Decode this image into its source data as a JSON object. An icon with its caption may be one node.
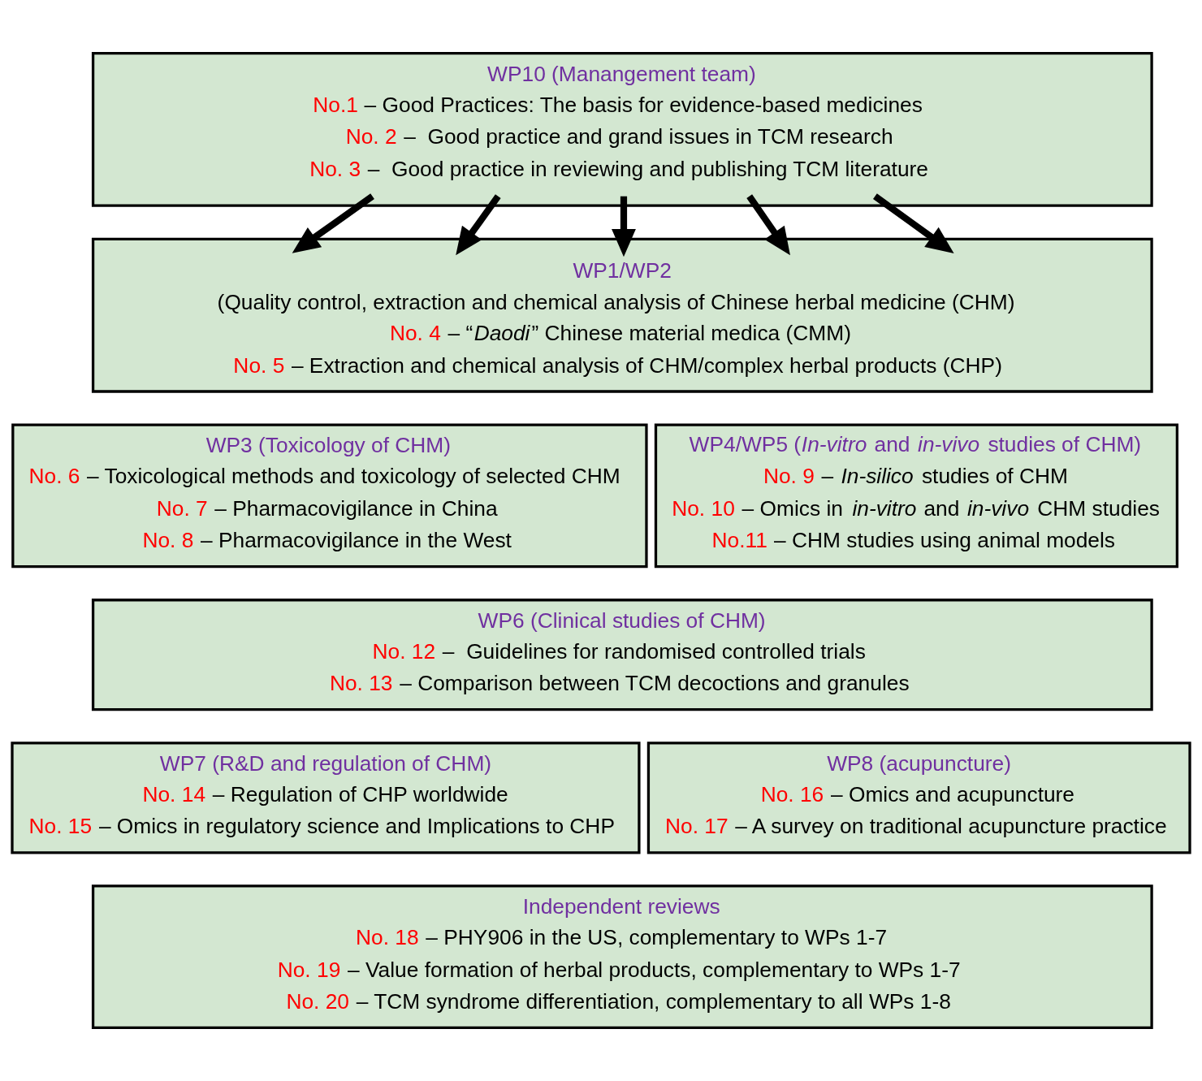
{
  "diagram": {
    "nodes": [
      {
        "text": [
          "WP10 (Manangement team)",
          "No.1 – Good Practices: The basis for evidence-based medicines",
          "No. 2 –  Good practice and grand issues in TCM research",
          "No. 3 –  Good practice in reviewing and publishing TCM literature"
        ]
      },
      {
        "text": [
          "WP1/WP2",
          "(Quality control, extraction and chemical analysis of Chinese herbal medicine (CHM)",
          "No. 4 – “*Daodi*” Chinese material medica (CMM)",
          "No. 5 – Extraction and chemical analysis of CHM/complex herbal products (CHP)"
        ]
      },
      {
        "text": [
          "WP3 (Toxicology of CHM)",
          "No. 6 – Toxicological methods and toxicology of selected CHM",
          "No. 7 – Pharmacovigilance in China",
          "No. 8 – Pharmacovigilance in the West"
        ]
      },
      {
        "text": [
          "WP4/WP5 (*In-vitro* and *in-vivo* studies of CHM)",
          "No. 9 – *In-silico* studies of CHM",
          "No. 10 – Omics in *in-vitro* and *in-vivo* CHM studies",
          "No.11 – CHM studies using animal models"
        ]
      },
      {
        "text": [
          "WP6 (Clinical studies of CHM)",
          "No. 12 –  Guidelines for randomised controlled trials",
          "No. 13 – Comparison between TCM decoctions and granules"
        ]
      },
      {
        "text": [
          "WP7 (R&D and regulation of CHM)",
          "No. 14 – Regulation of CHP worldwide",
          "No. 15 – Omics in regulatory science and Implications to CHP"
        ]
      },
      {
        "text": [
          "WP8 (acupuncture)",
          "No. 16 – Omics and acupuncture",
          "No. 17 – A survey on traditional acupuncture practice"
        ]
      },
      {
        "text": [
          "Independent reviews",
          "No. 18 – PHY906 in the US, complementary to WPs 1-7",
          "No. 19 – Value formation of herbal products, complementary to WPs 1-7",
          "No. 20 – TCM syndrome differentiation, complementary to all WPs 1-8"
        ]
      }
    ],
    "edges": [
      {
        "from": 0,
        "to": 1,
        "arrow": "to"
      },
      {
        "from": 0,
        "to": 1,
        "arrow": "to"
      },
      {
        "from": 0,
        "to": 1,
        "arrow": "to"
      },
      {
        "from": 0,
        "to": 1,
        "arrow": "to"
      },
      {
        "from": 0,
        "to": 1,
        "arrow": "to"
      }
    ]
  }
}
